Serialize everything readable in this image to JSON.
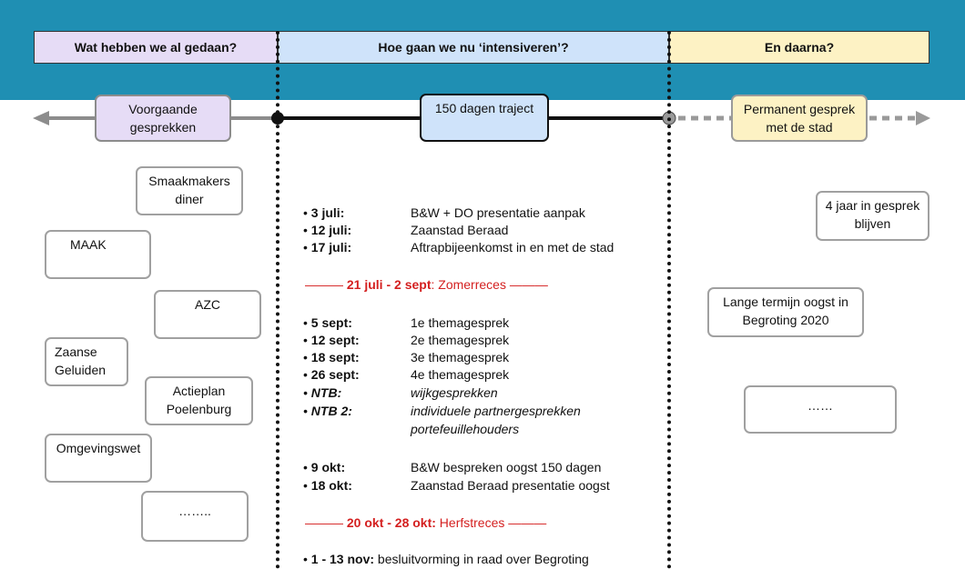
{
  "headers": {
    "left": "Wat hebben we al gedaan?",
    "middle": "Hoe gaan we nu ‘intensiveren’?",
    "right": "En daarna?"
  },
  "timeline": {
    "left_label": "Voorgaande gesprekken",
    "middle_label": "150 dagen traject",
    "right_label": "Permanent gesprek met de stad",
    "colors": {
      "left": "#e6dcf6",
      "middle": "#cfe3fa",
      "right": "#fdf2c4",
      "band": "#1f8fb3",
      "accent": "#d42020"
    }
  },
  "left_items": [
    "Smaakmakers diner",
    "MAAK",
    "AZC",
    "Zaanse Geluiden",
    "Actieplan Poelenburg",
    "Omgevingswet",
    "…….."
  ],
  "right_items": [
    "4 jaar in gesprek blijven",
    "Lange termijn oogst in Begroting 2020",
    "……"
  ],
  "schedule": {
    "group1": [
      {
        "date": "3 juli:",
        "text": "B&W + DO presentatie aanpak"
      },
      {
        "date": "12 juli:",
        "text": "Zaanstad Beraad"
      },
      {
        "date": "17 juli:",
        "text": "Aftrapbijeenkomst in en met de stad"
      }
    ],
    "break1": {
      "dash": "———",
      "bold": "21 juli - 2 sept",
      "rest": ": Zomerreces",
      "dash_end": "———"
    },
    "group2": [
      {
        "date": "5 sept:",
        "text": "1e themagesprek"
      },
      {
        "date": "12 sept:",
        "text": "2e themagesprek"
      },
      {
        "date": "18 sept:",
        "text": "3e themagesprek"
      },
      {
        "date": "26 sept:",
        "text": "4e themagesprek"
      },
      {
        "date": "NTB:",
        "text": "wijkgesprekken"
      },
      {
        "date": "NTB 2:",
        "text": "individuele partnergesprekken",
        "text2": "portefeuillehouders"
      }
    ],
    "group3": [
      {
        "date": "9 okt:",
        "text": "B&W bespreken oogst 150 dagen"
      },
      {
        "date": "18 okt:",
        "text": "Zaanstad Beraad presentatie oogst"
      }
    ],
    "break2": {
      "dash": "———",
      "bold": "20 okt - 28 okt:",
      "rest": " Herfstreces",
      "dash_end": "———"
    },
    "final": {
      "date": "1 - 13 nov:",
      "text": " besluitvorming in raad over Begroting"
    }
  }
}
